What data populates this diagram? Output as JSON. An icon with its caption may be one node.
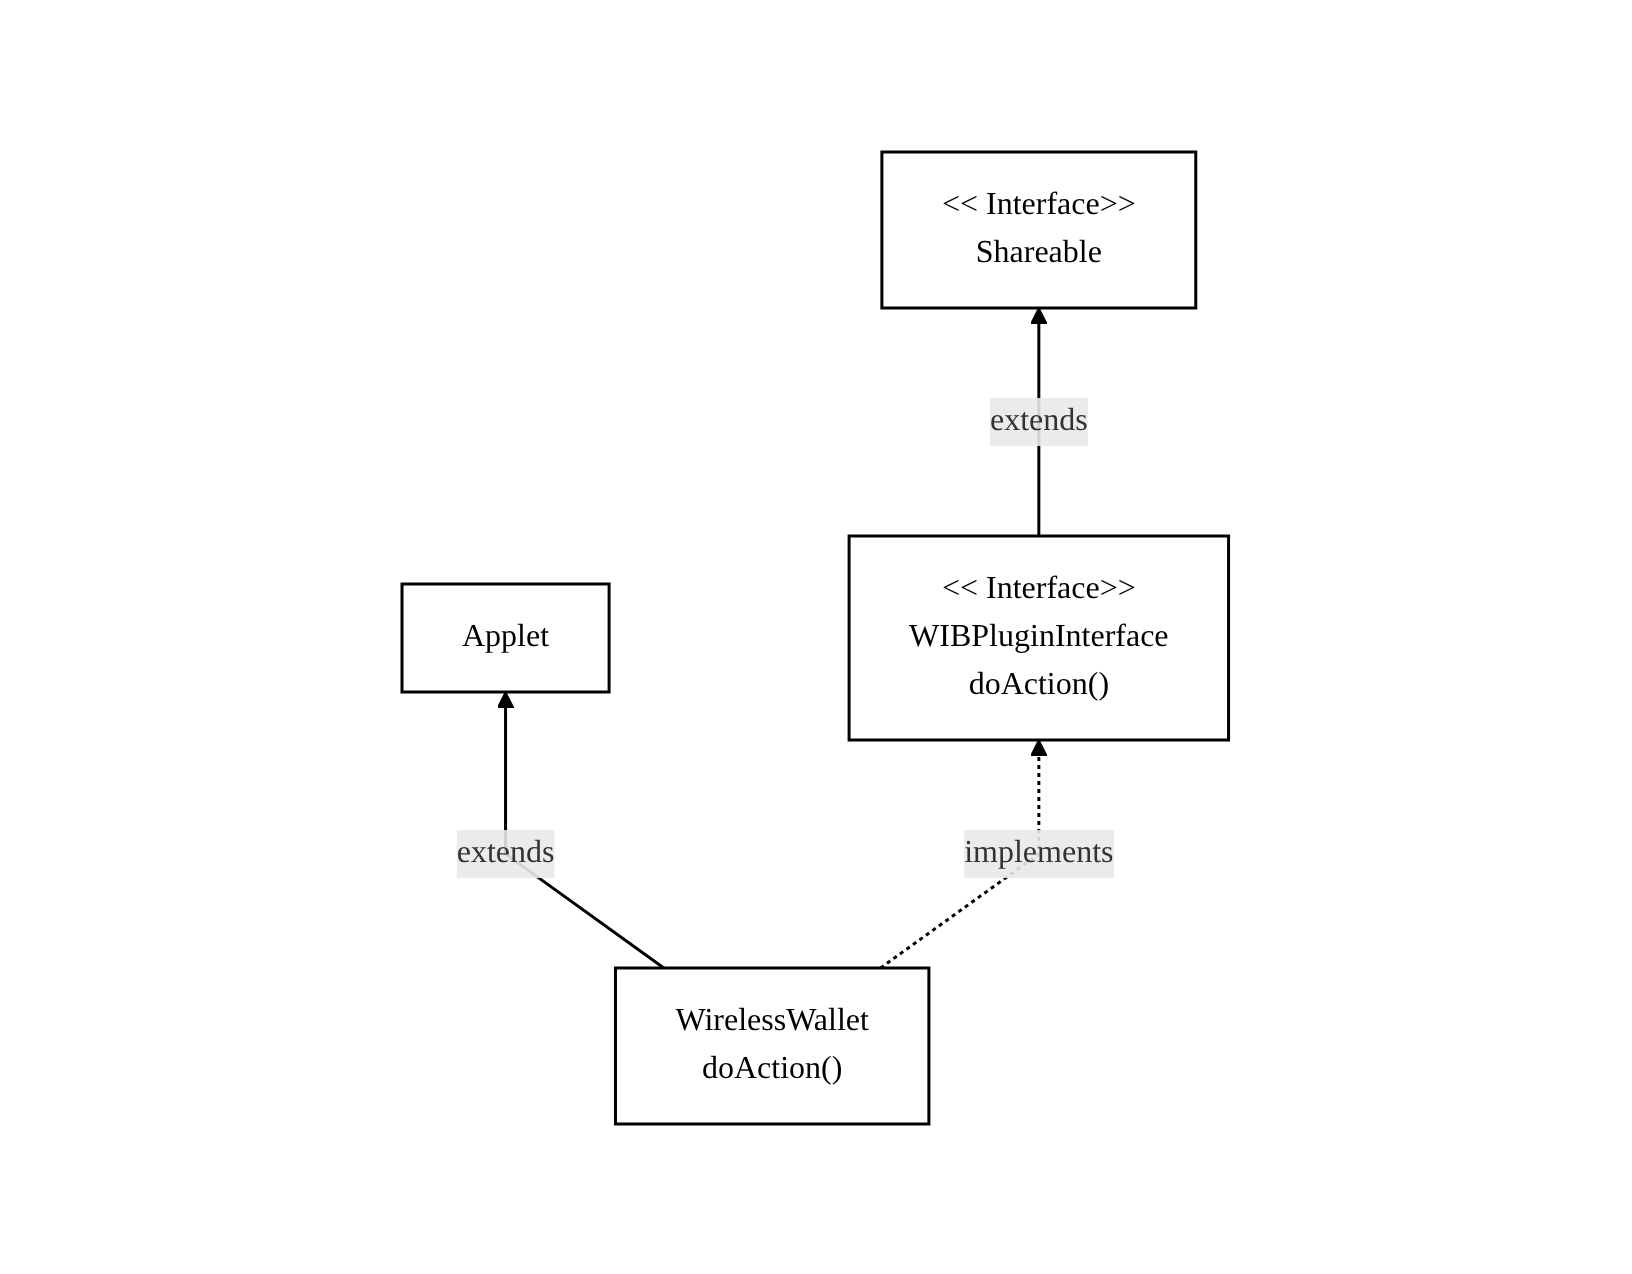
{
  "diagram": {
    "nodes": [
      {
        "text": [
          "<< Interface>>",
          "Shareable"
        ]
      },
      {
        "text": [
          "Applet"
        ]
      },
      {
        "text": [
          "<< Interface>>",
          "WIBPluginInterface",
          "doAction()"
        ]
      },
      {
        "text": [
          "WirelessWallet",
          "doAction()"
        ]
      }
    ],
    "edges": [
      {
        "from": 2,
        "to": 0,
        "arrow": "to",
        "label": "extends"
      },
      {
        "from": 3,
        "to": 1,
        "arrow": "to",
        "label": "extends"
      },
      {
        "from": 3,
        "to": 2,
        "arrow": "to",
        "label": "implements",
        "style": "dashed"
      }
    ]
  }
}
